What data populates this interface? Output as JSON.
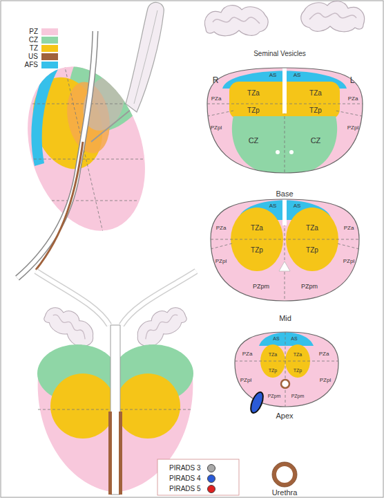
{
  "diagram": {
    "labels": [
      "Seminal Vesicles",
      "R",
      "L",
      "AS",
      "AS",
      "PZa",
      "TZa",
      "TZa",
      "PZa",
      "PZpl",
      "TZp",
      "TZp",
      "PZpl",
      "CZ",
      "CZ",
      "Base",
      "AS",
      "AS",
      "PZa",
      "TZa",
      "TZa",
      "PZa",
      "TZp",
      "TZp",
      "PZpl",
      "PZpl",
      "PZpm",
      "PZpm",
      "Mid",
      "AS",
      "AS",
      "PZa",
      "TZa",
      "TZa",
      "PZa",
      "TZp",
      "TZp",
      "PZpl",
      "PZpl",
      "PZpm",
      "PZpm",
      "Apex",
      "Urethra"
    ],
    "legend": [
      {
        "text": "PZ",
        "color": "#f8c8dc"
      },
      {
        "text": "CZ",
        "color": "#8fd6a6"
      },
      {
        "text": "TZ",
        "color": "#f5c518"
      },
      {
        "text": "US",
        "color": "#a0623c"
      },
      {
        "text": "AFS",
        "color": "#36c0ea"
      },
      {
        "text": "PIRADS 3",
        "color": "#a9a9a9"
      },
      {
        "text": "PIRADS 4",
        "color": "#2a5bd7"
      },
      {
        "text": "PIRADS 5",
        "color": "#e02020"
      }
    ]
  }
}
